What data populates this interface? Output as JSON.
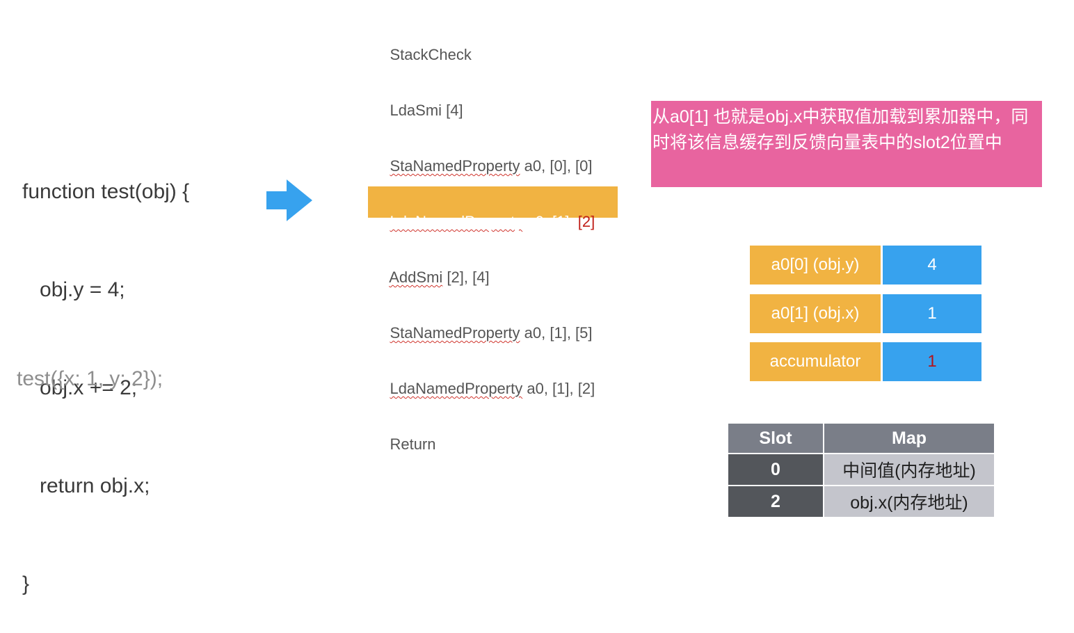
{
  "source": {
    "lines": [
      "function test(obj) {",
      "   obj.y = 4;",
      "   obj.x += 2;",
      "   return obj.x;",
      "}"
    ],
    "call": "test({x: 1, y: 2});"
  },
  "arrow": {
    "icon": "right-arrow-icon",
    "color": "#37a2ee"
  },
  "bytecode": [
    {
      "op": "StackCheck",
      "args": "",
      "squiggle": false
    },
    {
      "op": "LdaSmi",
      "args": " [4]",
      "squiggle": false
    },
    {
      "op": "StaNamedProperty",
      "args": " a0, [0], [0]",
      "squiggle": true
    },
    {
      "op": "LdaNamedProperty",
      "args": " a0, [1], ",
      "extra": "[2]",
      "squiggle": true,
      "highlighted": true
    },
    {
      "op": "AddSmi",
      "args": " [2], [4]",
      "squiggle": true
    },
    {
      "op": "StaNamedProperty",
      "args": " a0, [1], [5]",
      "squiggle": true
    },
    {
      "op": "LdaNamedProperty",
      "args": " a0, [1], [2]",
      "squiggle": true
    },
    {
      "op": "Return",
      "args": "",
      "squiggle": false
    }
  ],
  "note": {
    "text": "从a0[1] 也就是obj.x中获取值加载到累加器中，同时将该信息缓存到反馈向量表中的slot2位置中",
    "color": "#e8649f"
  },
  "registers": [
    {
      "key": "a0[0] (obj.y)",
      "value": "4",
      "highlight_value": false
    },
    {
      "key": "a0[1] (obj.x)",
      "value": "1",
      "highlight_value": false
    },
    {
      "key": "accumulator",
      "value": "1",
      "highlight_value": true
    }
  ],
  "feedback_table": {
    "headers": [
      "Slot",
      "Map"
    ],
    "rows": [
      [
        "0",
        "中间值(内存地址)"
      ],
      [
        "2",
        "obj.x(内存地址)"
      ]
    ]
  },
  "colors": {
    "orange": "#f1b342",
    "blue": "#37a2ee",
    "pink": "#e8649f",
    "red": "#b3141b",
    "header_gray": "#7a7e88",
    "slot_dark": "#53565b",
    "map_light": "#c4c5cc"
  }
}
